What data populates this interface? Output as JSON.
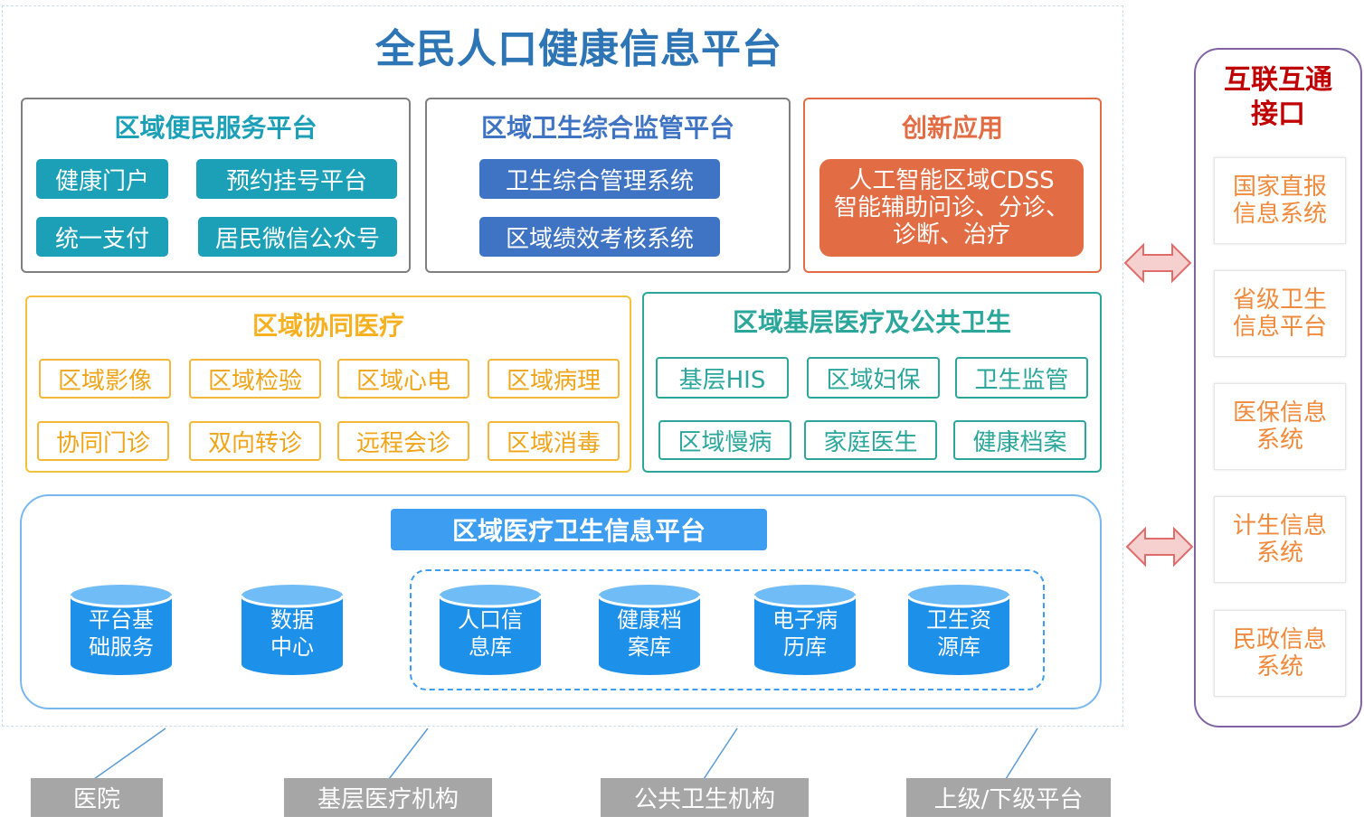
{
  "title": "全民人口健康信息平台",
  "panels": {
    "convenience": {
      "title": "区域便民服务平台",
      "items": [
        "健康门户",
        "预约挂号平台",
        "统一支付",
        "居民微信公众号"
      ]
    },
    "supervision": {
      "title": "区域卫生综合监管平台",
      "items": [
        "卫生综合管理系统",
        "区域绩效考核系统"
      ]
    },
    "innovation": {
      "title": "创新应用",
      "ai_lines": [
        "人工智能区域CDSS",
        "智能辅助问诊、分诊、",
        "诊断、治疗"
      ]
    },
    "collab": {
      "title": "区域协同医疗",
      "items": [
        "区域影像",
        "区域检验",
        "区域心电",
        "区域病理",
        "协同门诊",
        "双向转诊",
        "远程会诊",
        "区域消毒"
      ]
    },
    "primary": {
      "title": "区域基层医疗及公共卫生",
      "items": [
        "基层HIS",
        "区域妇保",
        "卫生监管",
        "区域慢病",
        "家庭医生",
        "健康档案"
      ]
    },
    "platform": {
      "title": "区域医疗卫生信息平台",
      "databases": [
        [
          "平台基",
          "础服务"
        ],
        [
          "数据",
          "中心"
        ],
        [
          "人口信",
          "息库"
        ],
        [
          "健康档",
          "案库"
        ],
        [
          "电子病",
          "历库"
        ],
        [
          "卫生资",
          "源库"
        ]
      ]
    }
  },
  "interop": {
    "title_lines": [
      "互联互通",
      "接口"
    ],
    "systems": [
      [
        "国家直报",
        "信息系统"
      ],
      [
        "省级卫生",
        "信息平台"
      ],
      [
        "医保信息",
        "系统"
      ],
      [
        "计生信息",
        "系统"
      ],
      [
        "民政信息",
        "系统"
      ]
    ]
  },
  "bottom": [
    "医院",
    "基层医疗机构",
    "公共卫生机构",
    "上级/下级平台"
  ],
  "colors": {
    "title_blue": "#2e75b6",
    "teal": "#1ba0b7",
    "blue": "#3f73c3",
    "orange": "#e26d44",
    "yellow": "#f4b73a",
    "green": "#2aa69a",
    "platform_blue": "#3d9df0",
    "purple": "#8064a2",
    "interop_red": "#c00000",
    "gray": "#a6a6a6"
  }
}
